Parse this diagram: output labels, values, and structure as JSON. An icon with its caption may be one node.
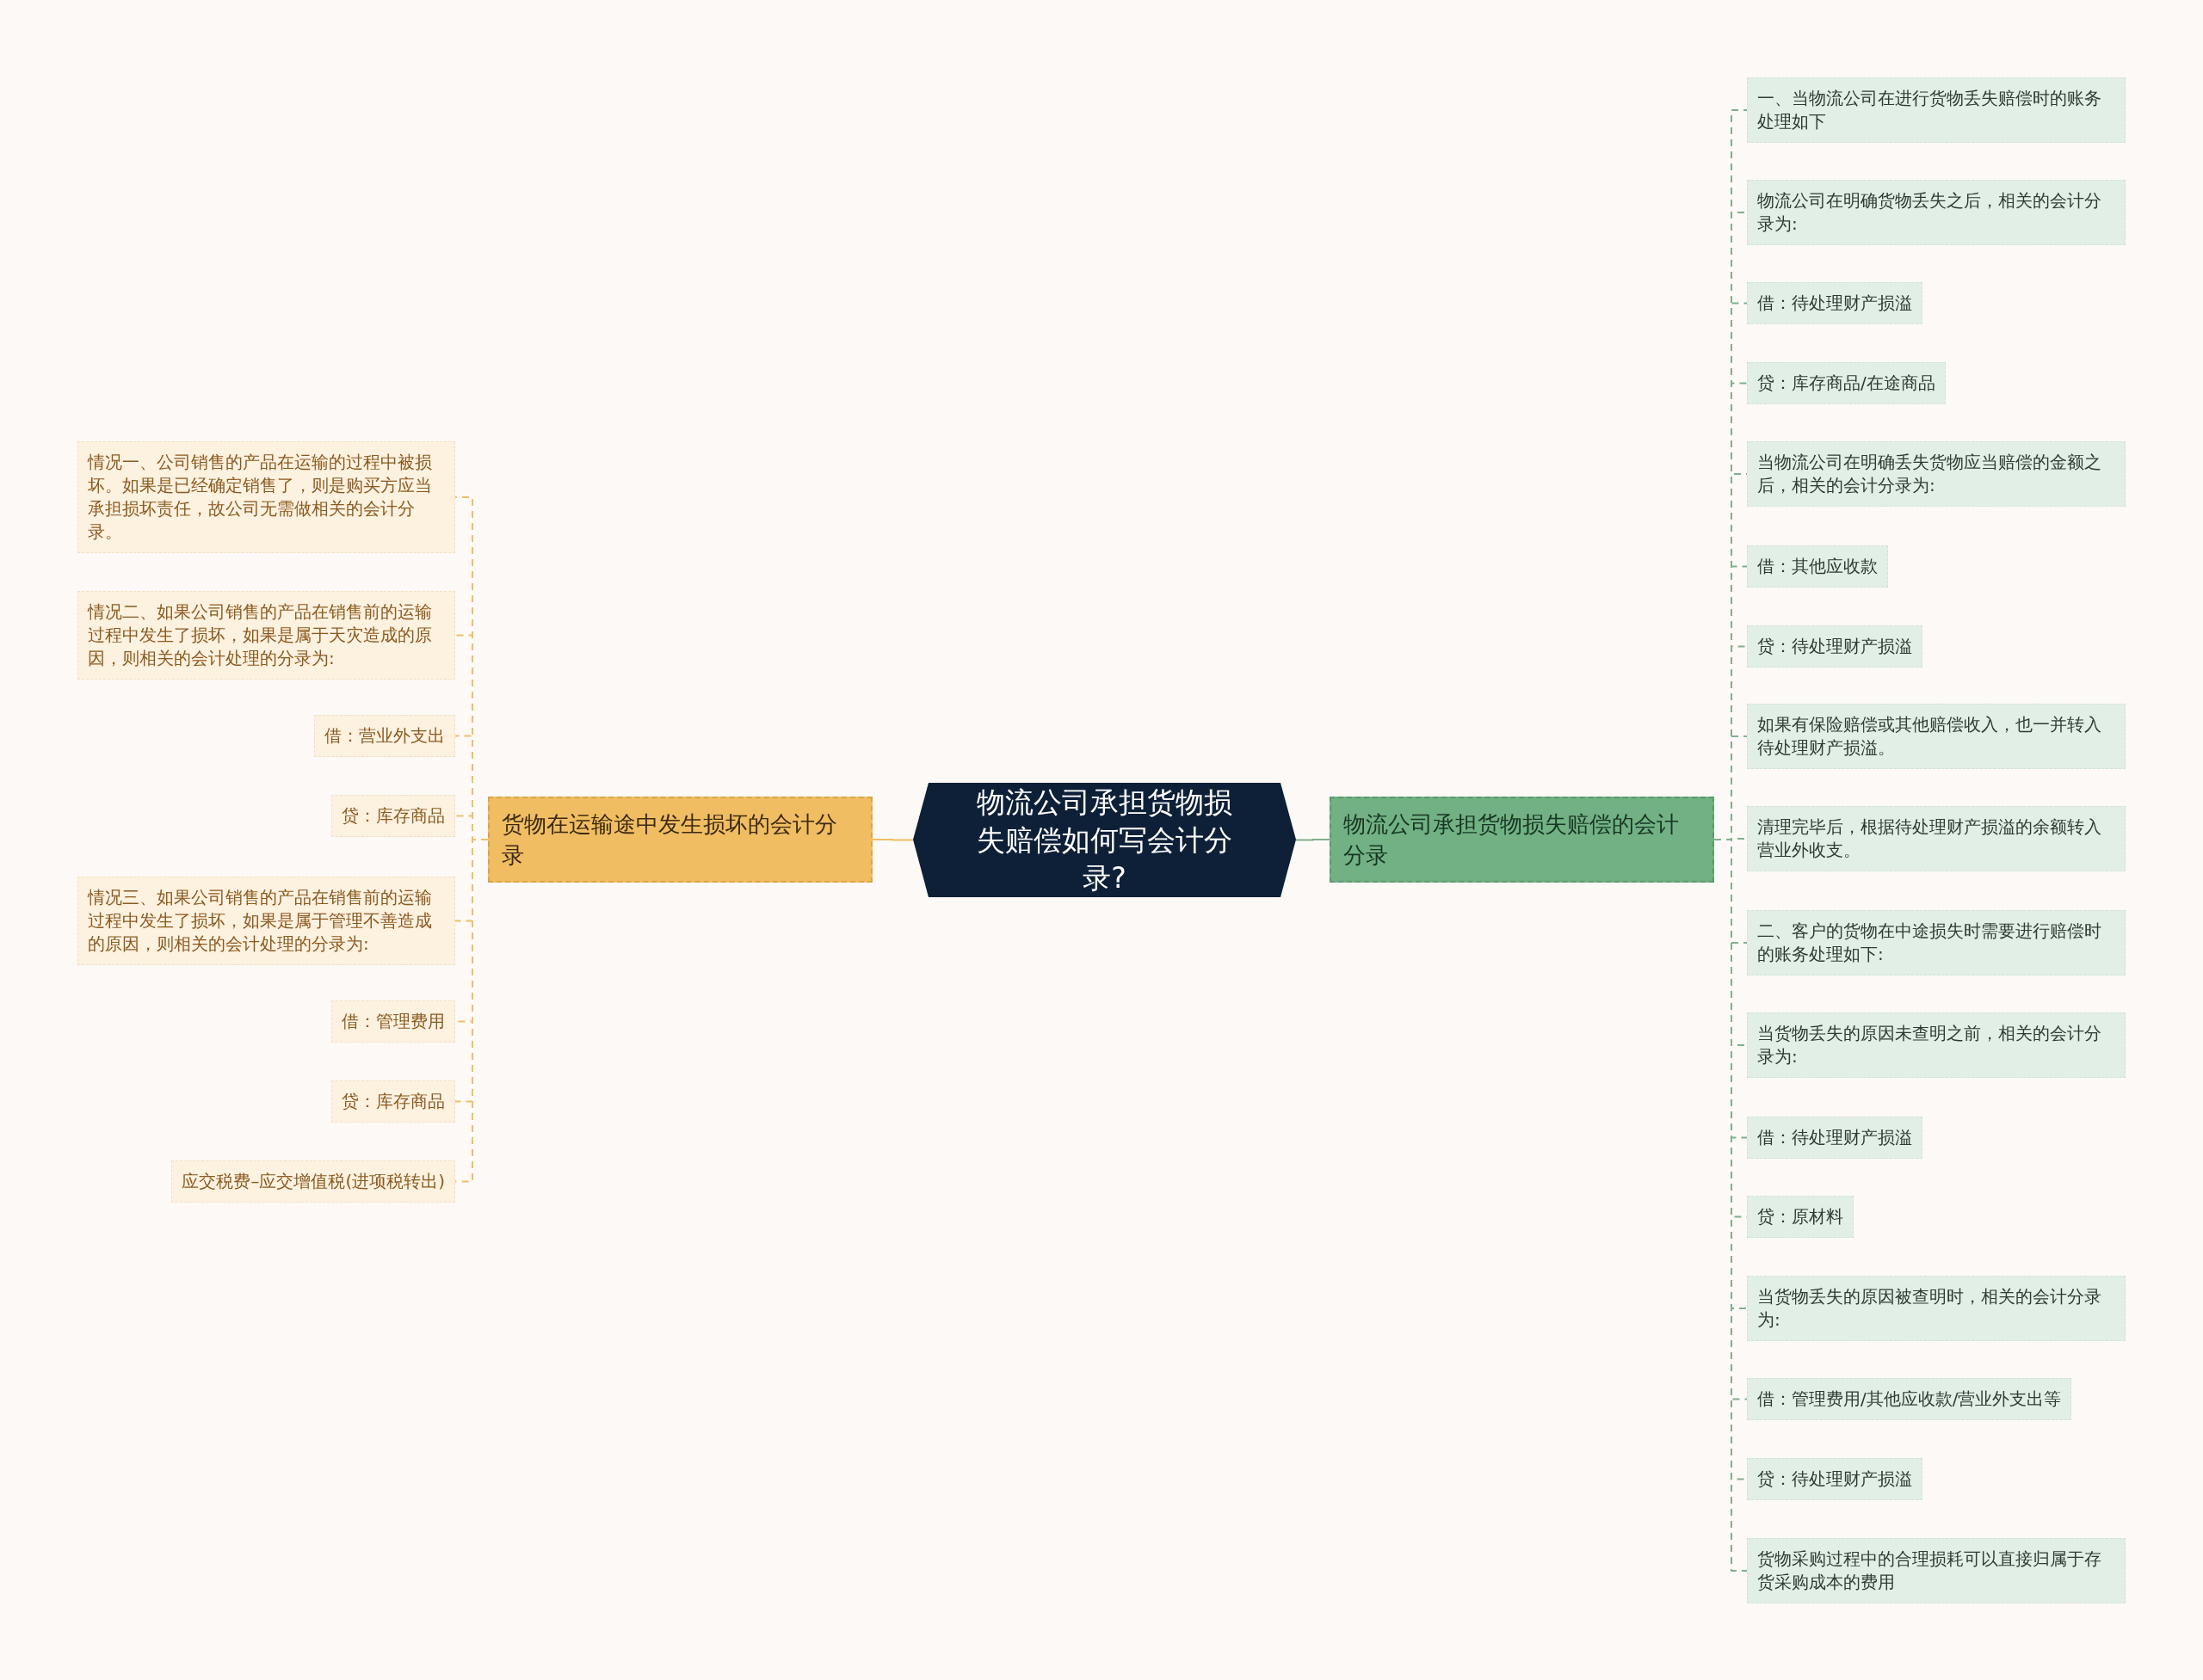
{
  "diagram": {
    "nodes": [
      {
        "text": [
          "物流公司承担货物损失赔偿如何写会计分录?"
        ]
      },
      {
        "text": [
          "货物在运输途中发生损坏的会计分录"
        ]
      },
      {
        "text": [
          "情况一、公司销售的产品在运输的过程中被损坏。如果是已经确定销售了，则是购买方应当承担损坏责任，故公司无需做相关的会计分录。"
        ]
      },
      {
        "text": [
          "情况二、如果公司销售的产品在销售前的运输过程中发生了损坏，如果是属于天灾造成的原因，则相关的会计处理的分录为:"
        ]
      },
      {
        "text": [
          "借：营业外支出"
        ]
      },
      {
        "text": [
          "贷：库存商品"
        ]
      },
      {
        "text": [
          "情况三、如果公司销售的产品在销售前的运输过程中发生了损坏，如果是属于管理不善造成的原因，则相关的会计处理的分录为:"
        ]
      },
      {
        "text": [
          "借：管理费用"
        ]
      },
      {
        "text": [
          "贷：库存商品"
        ]
      },
      {
        "text": [
          "应交税费–应交增值税(进项税转出)"
        ]
      },
      {
        "text": [
          "物流公司承担货物损失赔偿的会计分录"
        ]
      },
      {
        "text": [
          "一、当物流公司在进行货物丢失赔偿时的账务处理如下"
        ]
      },
      {
        "text": [
          "物流公司在明确货物丢失之后，相关的会计分录为:"
        ]
      },
      {
        "text": [
          "借：待处理财产损溢"
        ]
      },
      {
        "text": [
          "贷：库存商品/在途商品"
        ]
      },
      {
        "text": [
          "当物流公司在明确丢失货物应当赔偿的金额之后，相关的会计分录为:"
        ]
      },
      {
        "text": [
          "借：其他应收款"
        ]
      },
      {
        "text": [
          "贷：待处理财产损溢"
        ]
      },
      {
        "text": [
          "如果有保险赔偿或其他赔偿收入，也一并转入待处理财产损溢。"
        ]
      },
      {
        "text": [
          "清理完毕后，根据待处理财产损溢的余额转入营业外收支。"
        ]
      },
      {
        "text": [
          "二、客户的货物在中途损失时需要进行赔偿时的账务处理如下:"
        ]
      },
      {
        "text": [
          "当货物丢失的原因未查明之前，相关的会计分录为:"
        ]
      },
      {
        "text": [
          "借：待处理财产损溢"
        ]
      },
      {
        "text": [
          "贷：原材料"
        ]
      },
      {
        "text": [
          "当货物丢失的原因被查明时，相关的会计分录为:"
        ]
      },
      {
        "text": [
          "借：管理费用/其他应收款/营业外支出等"
        ]
      },
      {
        "text": [
          "贷：待处理财产损溢"
        ]
      },
      {
        "text": [
          "货物采购过程中的合理损耗可以直接归属于存货采购成本的费用"
        ]
      }
    ],
    "edges": [
      {
        "from": 0,
        "to": 1,
        "arrow": "none",
        "color": "#efbf66"
      },
      {
        "from": 0,
        "to": 10,
        "arrow": "none"
      },
      {
        "from": 1,
        "to": 2,
        "arrow": "none",
        "style": "dashed",
        "color": "#efbf66"
      },
      {
        "from": 1,
        "to": 3,
        "arrow": "none",
        "style": "dashed",
        "color": "#efbf66"
      },
      {
        "from": 1,
        "to": 4,
        "arrow": "none",
        "style": "dashed",
        "color": "#efbf66"
      },
      {
        "from": 1,
        "to": 5,
        "arrow": "none",
        "style": "dashed",
        "color": "#efbf66"
      },
      {
        "from": 1,
        "to": 6,
        "arrow": "none",
        "style": "dashed",
        "color": "#efbf66"
      },
      {
        "from": 1,
        "to": 7,
        "arrow": "none",
        "style": "dashed",
        "color": "#efbf66"
      },
      {
        "from": 1,
        "to": 8,
        "arrow": "none",
        "style": "dashed",
        "color": "#efbf66"
      },
      {
        "from": 1,
        "to": 9,
        "arrow": "none",
        "style": "dashed",
        "color": "#efbf66"
      },
      {
        "from": 10,
        "to": 11,
        "arrow": "none",
        "style": "dashed"
      },
      {
        "from": 10,
        "to": 12,
        "arrow": "none",
        "style": "dashed"
      },
      {
        "from": 10,
        "to": 13,
        "arrow": "none",
        "style": "dashed"
      },
      {
        "from": 10,
        "to": 14,
        "arrow": "none",
        "style": "dashed"
      },
      {
        "from": 10,
        "to": 15,
        "arrow": "none",
        "style": "dashed"
      },
      {
        "from": 10,
        "to": 16,
        "arrow": "none",
        "style": "dashed"
      },
      {
        "from": 10,
        "to": 17,
        "arrow": "none",
        "style": "dashed"
      },
      {
        "from": 10,
        "to": 18,
        "arrow": "none",
        "style": "dashed"
      },
      {
        "from": 10,
        "to": 19,
        "arrow": "none",
        "style": "dashed"
      },
      {
        "from": 10,
        "to": 20,
        "arrow": "none",
        "style": "dashed"
      },
      {
        "from": 10,
        "to": 21,
        "arrow": "none",
        "style": "dashed"
      },
      {
        "from": 10,
        "to": 22,
        "arrow": "none",
        "style": "dashed"
      },
      {
        "from": 10,
        "to": 23,
        "arrow": "none",
        "style": "dashed"
      },
      {
        "from": 10,
        "to": 24,
        "arrow": "none",
        "style": "dashed"
      },
      {
        "from": 10,
        "to": 25,
        "arrow": "none",
        "style": "dashed"
      },
      {
        "from": 10,
        "to": 26,
        "arrow": "none",
        "style": "dashed"
      },
      {
        "from": 10,
        "to": 27,
        "arrow": "none",
        "style": "dashed"
      }
    ]
  }
}
